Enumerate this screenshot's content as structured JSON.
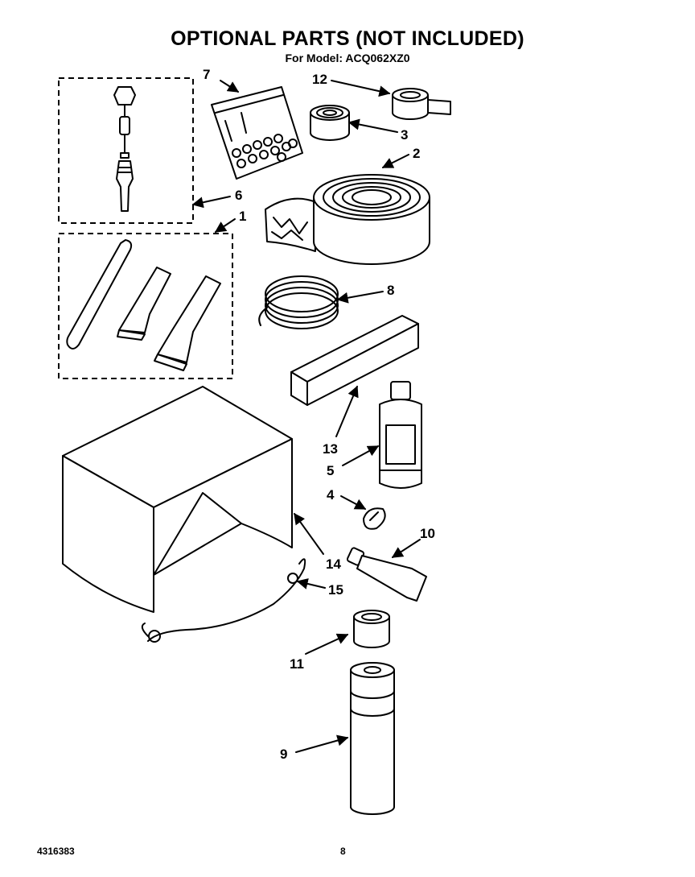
{
  "header": {
    "title": "OPTIONAL PARTS (NOT INCLUDED)",
    "subtitle": "For Model: ACQ062XZ0"
  },
  "callouts": [
    "1",
    "2",
    "3",
    "4",
    "5",
    "6",
    "7",
    "8",
    "9",
    "10",
    "11",
    "12",
    "13",
    "14",
    "15"
  ],
  "footer": {
    "doc_number": "4316383",
    "page_number": "8"
  }
}
